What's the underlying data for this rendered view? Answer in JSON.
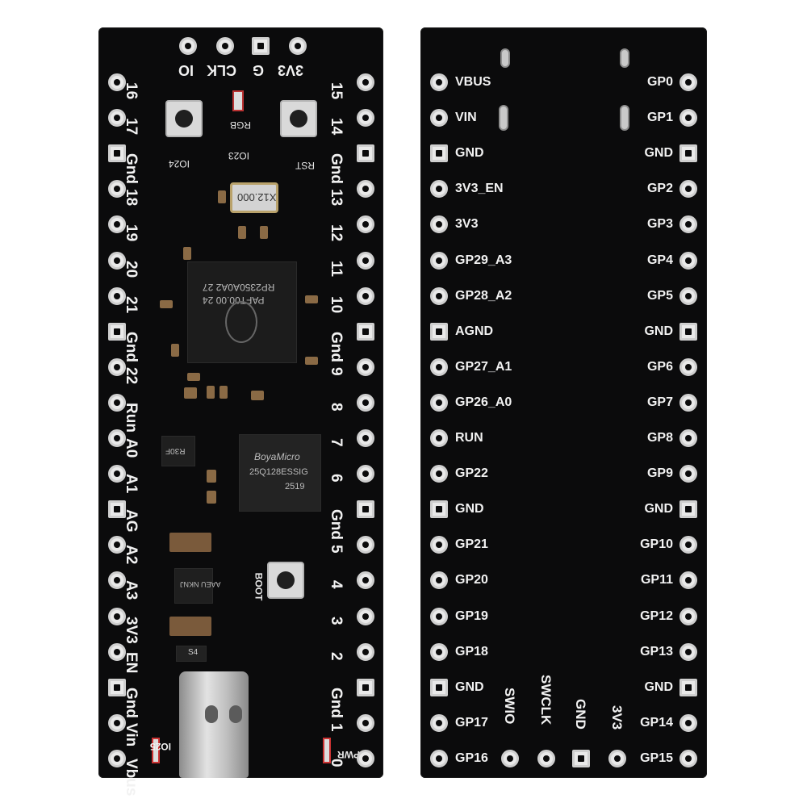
{
  "left_board": {
    "top_labels": [
      "IO",
      "CLK",
      "G",
      "3V3"
    ],
    "left_column": [
      "16",
      "17",
      "Gnd",
      "18",
      "19",
      "20",
      "21",
      "Gnd",
      "22",
      "Run",
      "A0",
      "A1",
      "AG",
      "A2",
      "A3",
      "3V3",
      "EN",
      "Gnd",
      "Vin",
      "Vbus"
    ],
    "right_column": [
      "15",
      "14",
      "Gnd",
      "13",
      "12",
      "11",
      "10",
      "Gnd",
      "9",
      "8",
      "7",
      "6",
      "Gnd",
      "5",
      "4",
      "3",
      "2",
      "Gnd",
      "1",
      "0"
    ],
    "silk": {
      "io24": "IO24",
      "io23": "IO23",
      "rgb": "RGB",
      "rst": "RST",
      "boot": "BOOT",
      "io25": "IO25",
      "pwr": "PWR",
      "crystal": "X12.000",
      "mcu_line1": "RP2350A0A2 27",
      "mcu_line2": "PAFT00.00 24",
      "flash_line1": "BoyaMicro",
      "flash_line2": "25Q128ESSIG",
      "flash_line3": "2519",
      "reg1": "R30F",
      "reg2": "AAEU NKNJ",
      "diode": "S4"
    }
  },
  "right_board": {
    "left_pins": [
      "VBUS",
      "VIN",
      "GND",
      "3V3_EN",
      "3V3",
      "GP29_A3",
      "GP28_A2",
      "AGND",
      "GP27_A1",
      "GP26_A0",
      "RUN",
      "GP22",
      "GND",
      "GP21",
      "GP20",
      "GP19",
      "GP18",
      "GND",
      "GP17",
      "GP16"
    ],
    "right_pins": [
      "GP0",
      "GP1",
      "GND",
      "GP2",
      "GP3",
      "GP4",
      "GP5",
      "GND",
      "GP6",
      "GP7",
      "GP8",
      "GP9",
      "GND",
      "GP10",
      "GP11",
      "GP12",
      "GP13",
      "GND",
      "GP14",
      "GP15"
    ],
    "debug_pins": [
      "SWIO",
      "SWCLK",
      "GND",
      "3V3"
    ]
  },
  "colors": {
    "pcb": "#0b0b0c",
    "silkscreen": "#f2f2f2",
    "pad": "#e9e9e9"
  }
}
